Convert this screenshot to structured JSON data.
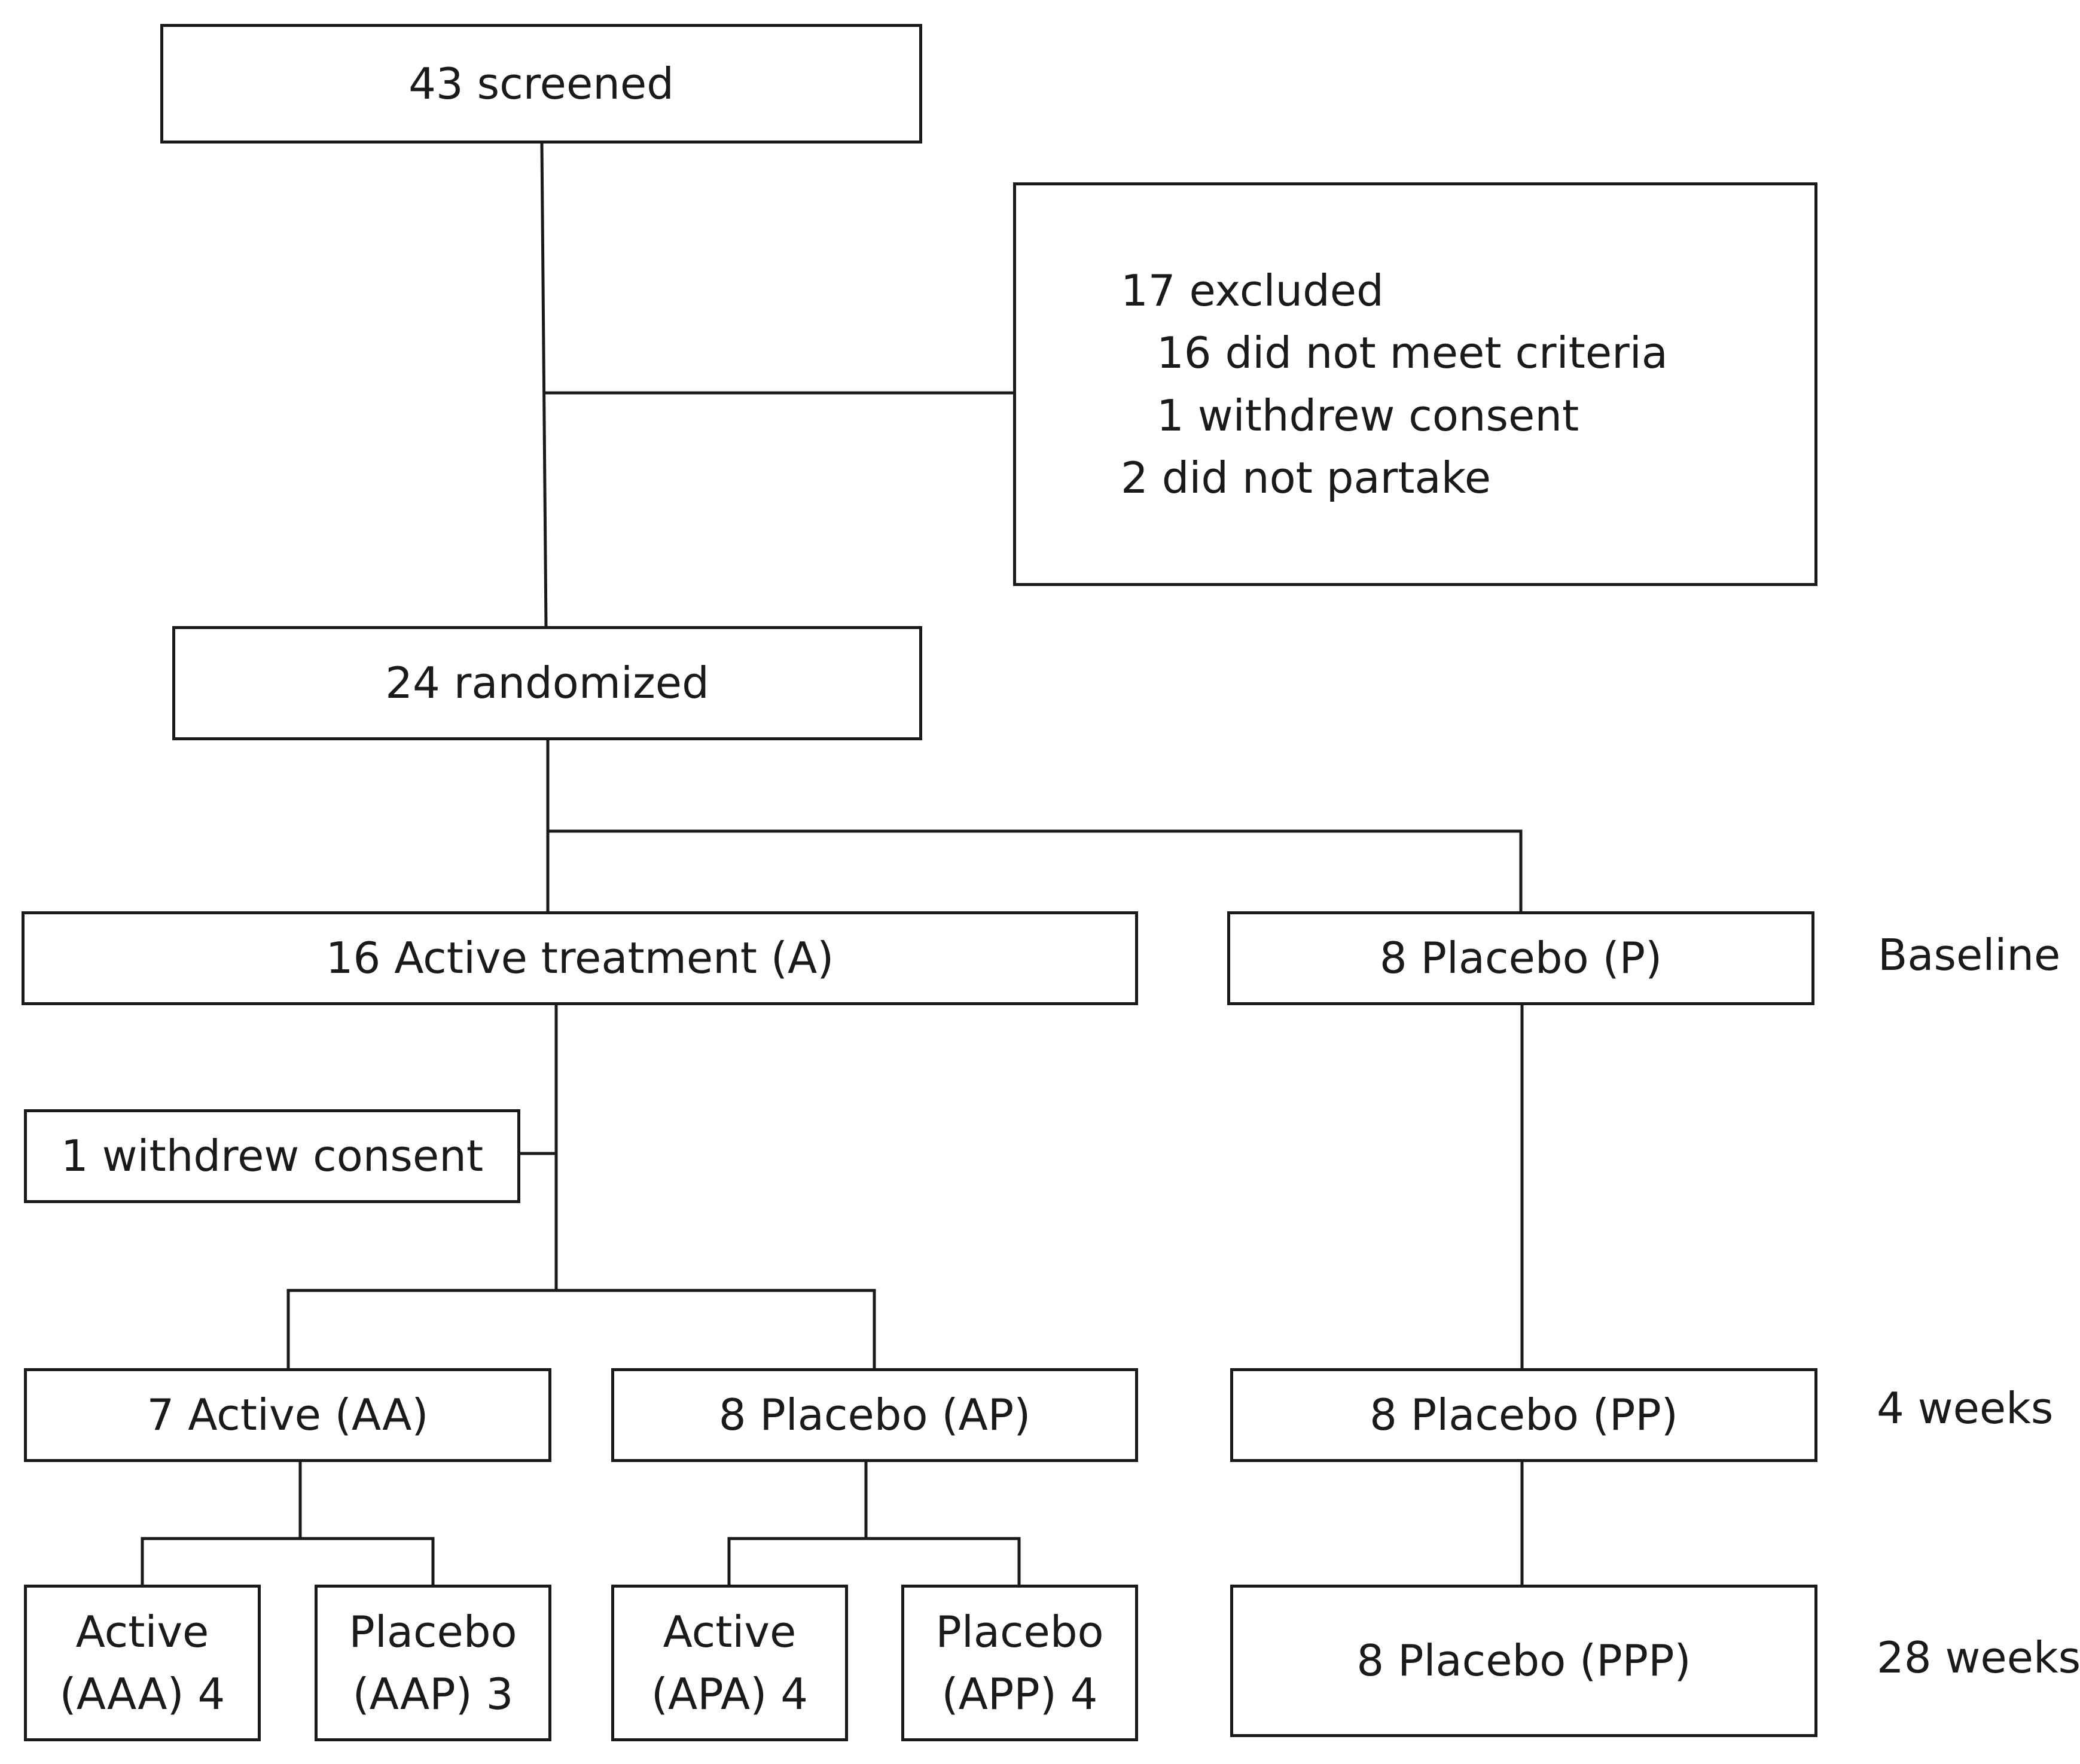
{
  "flow": {
    "screened": "43 screened",
    "excluded": {
      "header": "17 excluded",
      "reasons": [
        "16 did not meet criteria",
        "1 withdrew consent"
      ],
      "footer": "2 did not partake"
    },
    "randomized": "24 randomized",
    "active": "16 Active treatment (A)",
    "placebo": "8 Placebo (P)",
    "withdrew": "1 withdrew consent",
    "aa": "7 Active (AA)",
    "ap": "8 Placebo (AP)",
    "pp": "8 Placebo (PP)",
    "aaa": "Active\n(AAA) 4",
    "aap": "Placebo\n(AAP) 3",
    "apa": "Active\n(APA) 4",
    "app": "Placebo\n(APP) 4",
    "ppp": "8 Placebo (PPP)"
  },
  "timepoints": {
    "baseline": "Baseline",
    "week4": "4 weeks",
    "week28": "28 weeks"
  }
}
